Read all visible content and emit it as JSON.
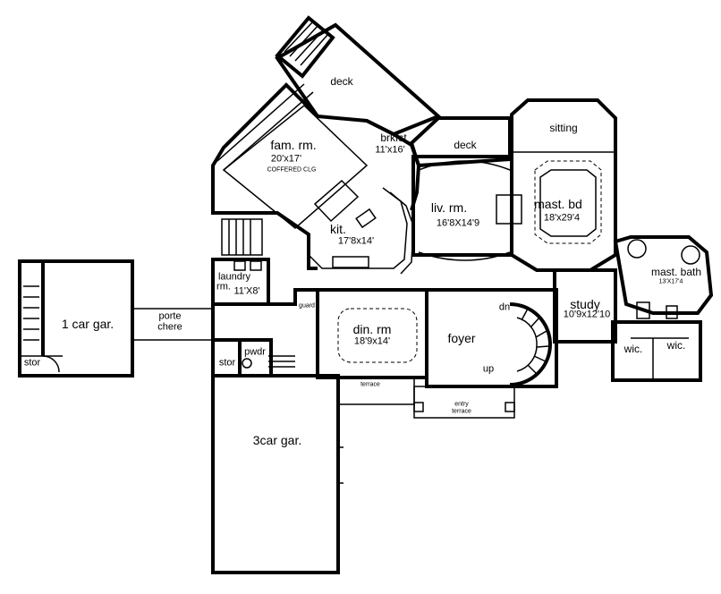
{
  "rooms": {
    "deck_top": "deck",
    "fam_name": "fam. rm.",
    "fam_dim": "20'x17'",
    "fam_note": "COFFERED CLG",
    "brkfst_name": "brkfst",
    "brkfst_dim": "11'x16'",
    "deck_mid": "deck",
    "sitting": "sitting",
    "mast_bd_name": "mast. bd",
    "mast_bd_dim": "18'x29'4",
    "liv_name": "liv. rm.",
    "liv_dim": "16'8X14'9",
    "kit_name": "kit.",
    "kit_dim": "17'8x14'",
    "laundry_name": "laundry",
    "laundry_rm": "rm.",
    "laundry_dim": "11'X8'",
    "mast_bath_name": "mast. bath",
    "mast_bath_dim": "13'X17'4",
    "study_name": "study",
    "study_dim": "10'9x12'10",
    "one_car": "1 car gar.",
    "porte": "porte",
    "chere": "chere",
    "stor_left": "stor",
    "stor_mid": "stor",
    "pwdr": "pwdr",
    "din_name": "din. rm",
    "din_dim": "18'9x14'",
    "foyer": "foyer",
    "dn": "dn",
    "up": "up",
    "wic_left": "wic.",
    "wic_right": "wic.",
    "terrace": "terrace",
    "entry": "entry",
    "terrace2": "terrace",
    "three_car": "3car gar.",
    "guard": "guard"
  }
}
